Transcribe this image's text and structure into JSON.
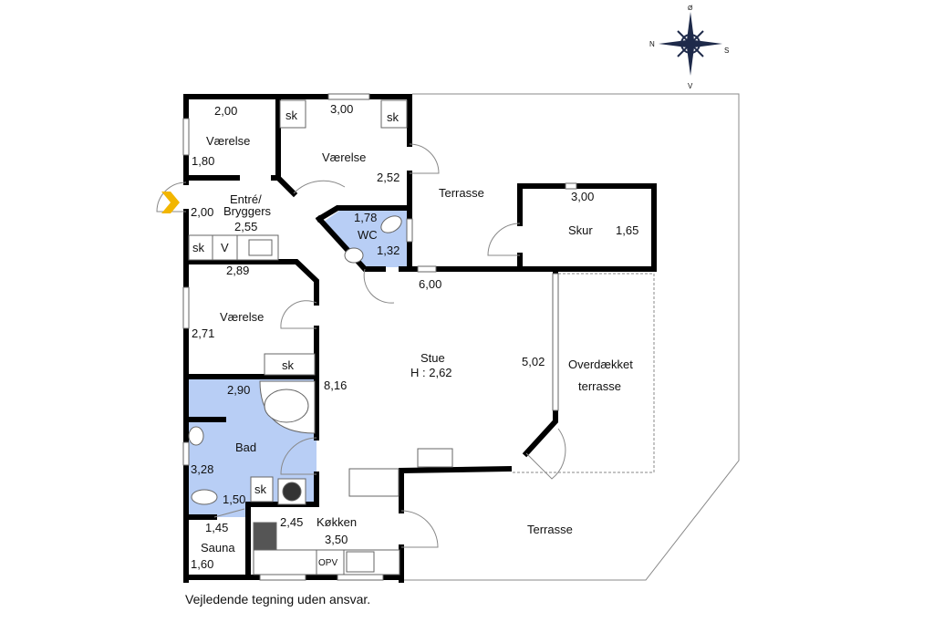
{
  "compass": {
    "north": "N",
    "south": "S",
    "east": "Ø",
    "west": "V"
  },
  "rooms": {
    "vaerelse1": {
      "name": "Værelse",
      "w": "2,00",
      "h": "1,80"
    },
    "vaerelse2": {
      "name": "Værelse",
      "w": "3,00",
      "h": "2,52",
      "closet1": "sk",
      "closet2": "sk"
    },
    "entre": {
      "name1": "Entré/",
      "name2": "Bryggers",
      "w": "2,55",
      "h": "2,00",
      "closet": "sk",
      "washer": "V"
    },
    "wc": {
      "name": "WC",
      "w": "1,78",
      "h": "1,32"
    },
    "vaerelse3": {
      "name": "Værelse",
      "w": "2,89",
      "h": "2,71",
      "closet": "sk"
    },
    "stue": {
      "name": "Stue",
      "height": "H : 2,62",
      "w": "6,00",
      "h": "8,16",
      "side": "5,02"
    },
    "bad": {
      "name": "Bad",
      "w": "2,90",
      "h": "3,28"
    },
    "sauna": {
      "name": "Sauna",
      "w": "1,45",
      "h": "1,60",
      "extra": "1,50"
    },
    "koekken": {
      "name": "Køkken",
      "w": "3,50",
      "h": "2,45",
      "closet": "sk",
      "dishwasher": "OPV"
    },
    "skur": {
      "name": "Skur",
      "w": "3,00",
      "h": "1,65"
    },
    "terrasse_top": {
      "name": "Terrasse"
    },
    "overdaekket": {
      "name1": "Overdækket",
      "name2": "terrasse"
    },
    "terrasse_bottom": {
      "name": "Terrasse"
    }
  },
  "colors": {
    "wet_room": "#b8cef5",
    "entrance_arrow": "#f2b600",
    "compass": "#1e2a4a"
  },
  "caption": "Vejledende tegning uden ansvar."
}
